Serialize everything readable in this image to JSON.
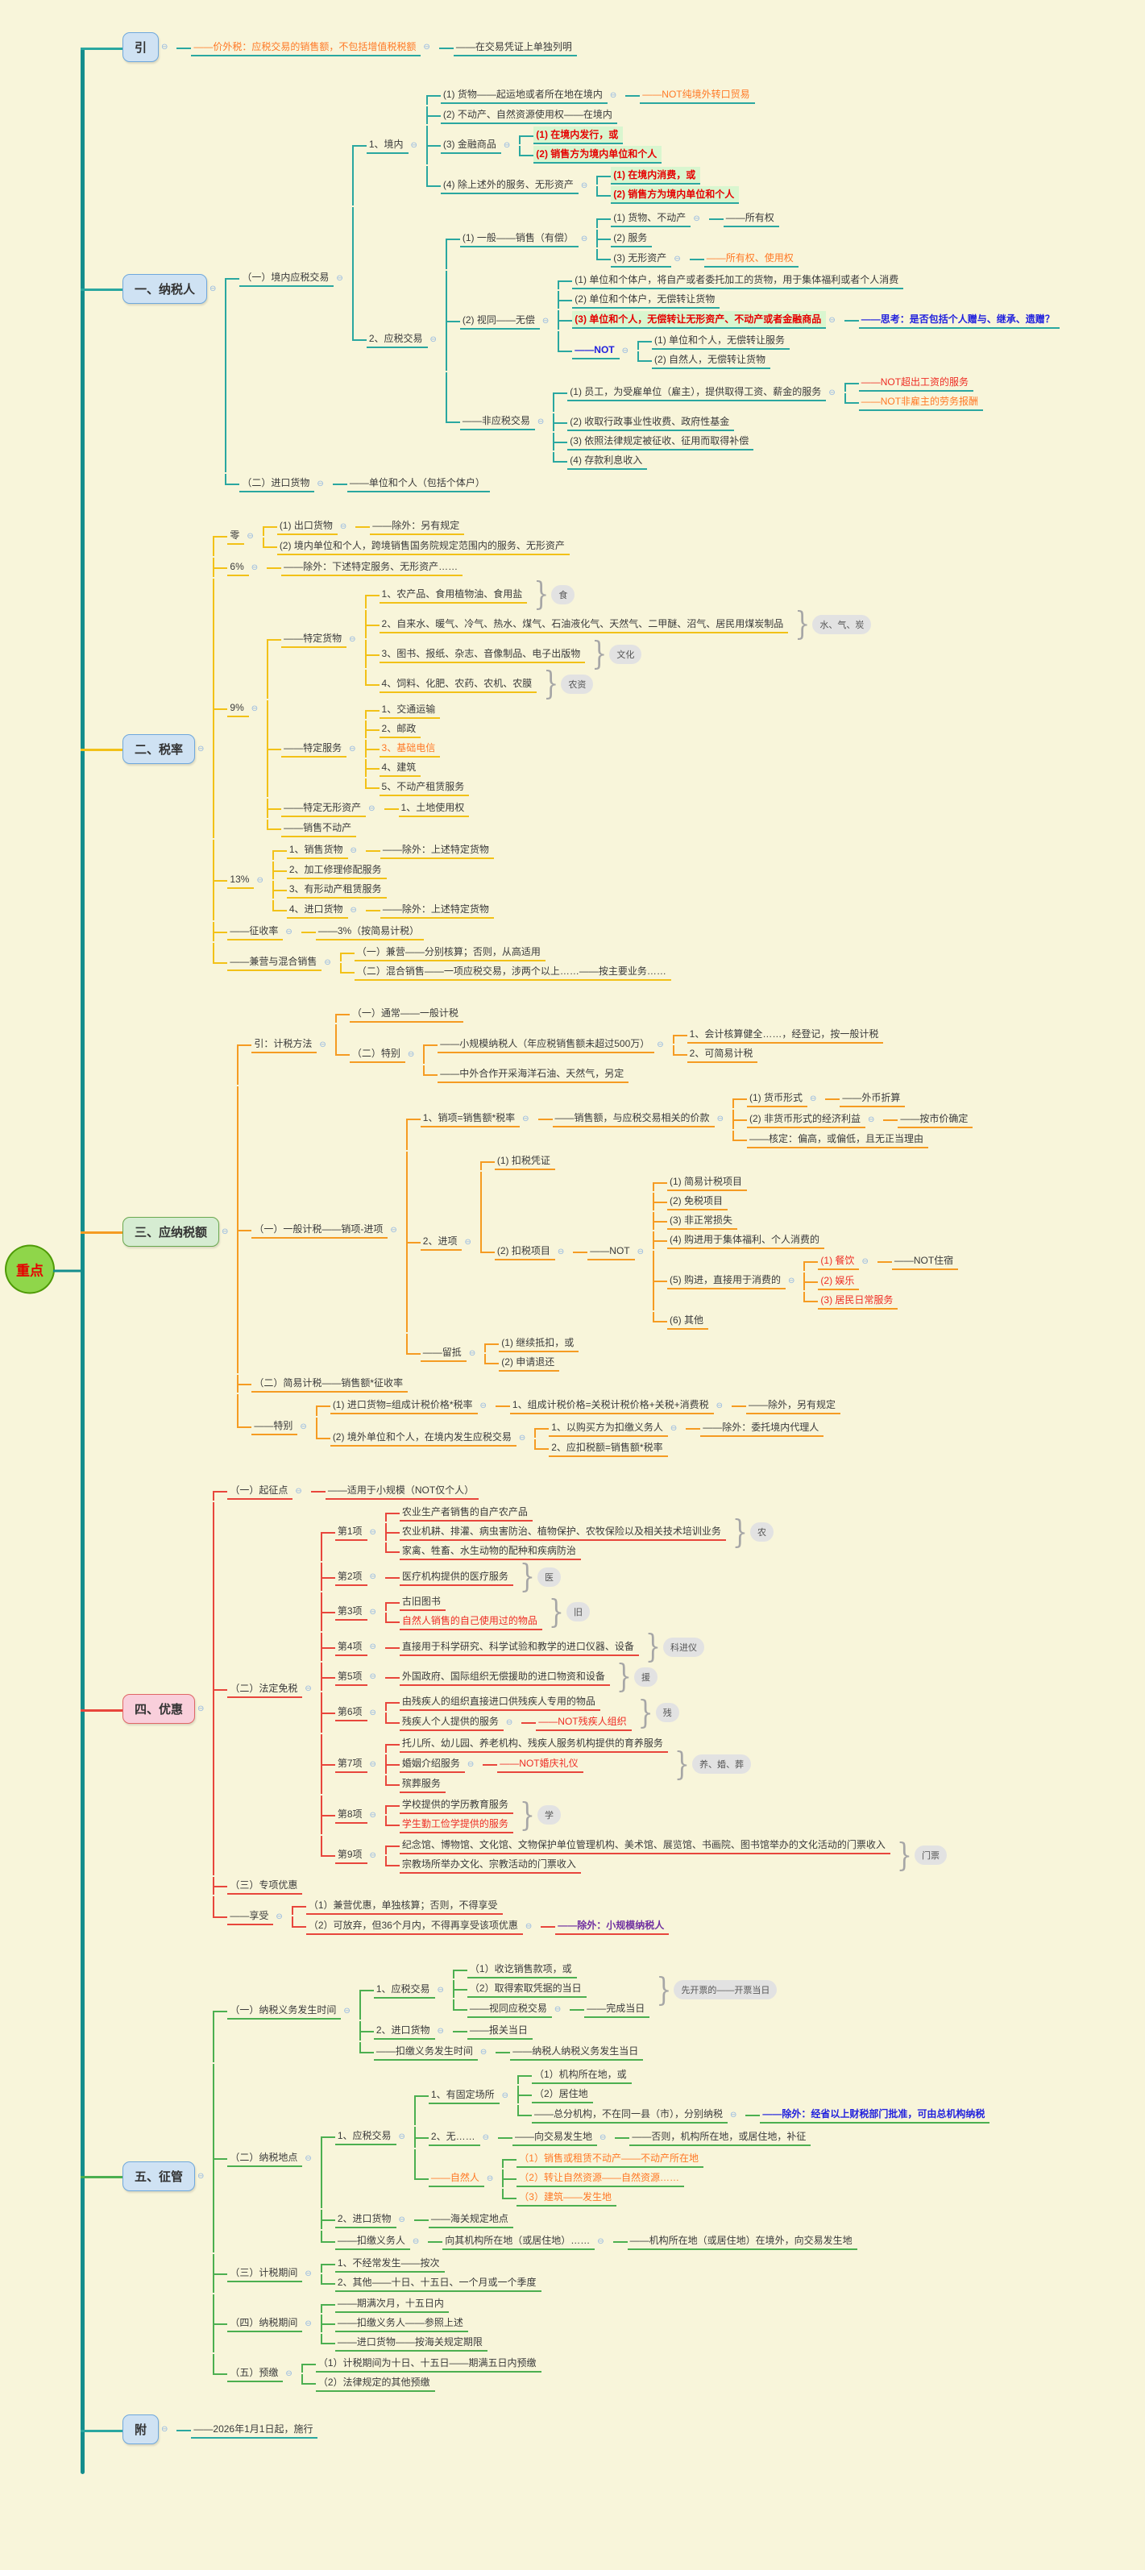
{
  "root": {
    "label": "重点"
  },
  "colors": {
    "trunk": "#148d8d",
    "teal": "#2aa7a0",
    "gold": "#f2c117",
    "orange": "#f59b22",
    "red": "#e8463c",
    "green": "#4caf50"
  },
  "sections": [
    {
      "id": "intro",
      "label": "引",
      "color": "#2aa7a0",
      "box": "blue",
      "nodes": [
        {
          "t": "——价外税：应税交易的销售额，不包括增值税税额",
          "s": "o",
          "c": [
            {
              "t": "——在交易凭证上单独列明"
            }
          ]
        }
      ]
    },
    {
      "id": "taxpayer",
      "label": "一、纳税人",
      "color": "#2aa7a0",
      "box": "blue",
      "nodes": [
        {
          "t": "（一）境内应税交易",
          "c": [
            {
              "t": "1、境内",
              "c": [
                {
                  "t": "(1) 货物——起运地或者所在地在境内",
                  "c": [
                    {
                      "t": "——NOT纯境外转口贸易",
                      "s": "o"
                    }
                  ]
                },
                {
                  "t": "(2) 不动产、自然资源使用权——在境内"
                },
                {
                  "t": "(3) 金融商品",
                  "c": [
                    {
                      "t": "(1) 在境内发行，或",
                      "s": "hl"
                    },
                    {
                      "t": "(2) 销售方为境内单位和个人",
                      "s": "hl"
                    }
                  ]
                },
                {
                  "t": "(4) 除上述外的服务、无形资产",
                  "c": [
                    {
                      "t": "(1) 在境内消费，或",
                      "s": "hl"
                    },
                    {
                      "t": "(2) 销售方为境内单位和个人",
                      "s": "hl"
                    }
                  ]
                }
              ]
            },
            {
              "t": "2、应税交易",
              "c": [
                {
                  "t": "(1) 一般——销售（有偿）",
                  "c": [
                    {
                      "t": "(1) 货物、不动产",
                      "c": [
                        {
                          "t": "——所有权"
                        }
                      ]
                    },
                    {
                      "t": "(2) 服务"
                    },
                    {
                      "t": "(3) 无形资产",
                      "c": [
                        {
                          "t": "——所有权、使用权",
                          "s": "o"
                        }
                      ]
                    }
                  ]
                },
                {
                  "t": "(2) 视同——无偿",
                  "c": [
                    {
                      "t": "(1) 单位和个体户，将自产或者委托加工的货物，用于集体福利或者个人消费"
                    },
                    {
                      "t": "(2) 单位和个体户，无偿转让货物"
                    },
                    {
                      "t": "(3) 单位和个人，无偿转让无形资产、不动产或者金融商品",
                      "s": "hl",
                      "c": [
                        {
                          "t": "——思考：是否包括个人赠与、继承、遗赠？",
                          "s": "b"
                        }
                      ]
                    },
                    {
                      "t": "——NOT",
                      "s": "b",
                      "c": [
                        {
                          "t": "(1) 单位和个人，无偿转让服务"
                        },
                        {
                          "t": "(2) 自然人，无偿转让货物"
                        }
                      ]
                    }
                  ]
                },
                {
                  "t": "——非应税交易",
                  "c": [
                    {
                      "t": "(1) 员工，为受雇单位（雇主），提供取得工资、薪金的服务",
                      "c": [
                        {
                          "t": "——NOT超出工资的服务",
                          "s": "r"
                        },
                        {
                          "t": "——NOT非雇主的劳务报酬",
                          "s": "o"
                        }
                      ]
                    },
                    {
                      "t": "(2) 收取行政事业性收费、政府性基金"
                    },
                    {
                      "t": "(3) 依照法律规定被征收、征用而取得补偿"
                    },
                    {
                      "t": "(4) 存款利息收入"
                    }
                  ]
                }
              ]
            }
          ]
        },
        {
          "t": "（二）进口货物",
          "c": [
            {
              "t": "——单位和个人（包括个体户）"
            }
          ]
        }
      ]
    },
    {
      "id": "rates",
      "label": "二、税率",
      "color": "#f2c117",
      "box": "blue",
      "nodes": [
        {
          "t": "零",
          "c": [
            {
              "t": "(1) 出口货物",
              "c": [
                {
                  "t": "——除外：另有规定"
                }
              ]
            },
            {
              "t": "(2) 境内单位和个人，跨境销售国务院规定范围内的服务、无形资产"
            }
          ]
        },
        {
          "t": "6%",
          "c": [
            {
              "t": "——除外：下述特定服务、无形资产……"
            }
          ]
        },
        {
          "t": "9%",
          "c": [
            {
              "t": "——特定货物",
              "c": [
                {
                  "t": "1、农产品、食用植物油、食用盐",
                  "bubble": "食"
                },
                {
                  "t": "2、自来水、暖气、冷气、热水、煤气、石油液化气、天然气、二甲醚、沼气、居民用煤炭制品",
                  "bubble": "水、气、炭"
                },
                {
                  "t": "3、图书、报纸、杂志、音像制品、电子出版物",
                  "bubble": "文化"
                },
                {
                  "t": "4、饲料、化肥、农药、农机、农膜",
                  "bubble": "农资"
                }
              ]
            },
            {
              "t": "——特定服务",
              "c": [
                {
                  "t": "1、交通运输"
                },
                {
                  "t": "2、邮政"
                },
                {
                  "t": "3、基础电信",
                  "s": "o"
                },
                {
                  "t": "4、建筑"
                },
                {
                  "t": "5、不动产租赁服务"
                }
              ]
            },
            {
              "t": "——特定无形资产",
              "c": [
                {
                  "t": "1、土地使用权"
                }
              ]
            },
            {
              "t": "——销售不动产"
            }
          ]
        },
        {
          "t": "13%",
          "c": [
            {
              "t": "1、销售货物",
              "c": [
                {
                  "t": "——除外：上述特定货物"
                }
              ]
            },
            {
              "t": "2、加工修理修配服务"
            },
            {
              "t": "3、有形动产租赁服务"
            },
            {
              "t": "4、进口货物",
              "c": [
                {
                  "t": "——除外：上述特定货物"
                }
              ]
            }
          ]
        },
        {
          "t": "——征收率",
          "c": [
            {
              "t": "——3%（按简易计税）"
            }
          ]
        },
        {
          "t": "——兼营与混合销售",
          "c": [
            {
              "t": "（一）兼营——分别核算；否则，从高适用"
            },
            {
              "t": "（二）混合销售——一项应税交易，涉两个以上……——按主要业务……"
            }
          ]
        }
      ]
    },
    {
      "id": "tax-amount",
      "label": "三、应纳税额",
      "color": "#f59b22",
      "box": "green",
      "nodes": [
        {
          "t": "引：计税方法",
          "c": [
            {
              "t": "（一）通常——一般计税"
            },
            {
              "t": "（二）特别",
              "c": [
                {
                  "t": "——小规模纳税人（年应税销售额未超过500万）",
                  "c": [
                    {
                      "t": "1、会计核算健全……，经登记，按一般计税"
                    },
                    {
                      "t": "2、可简易计税"
                    }
                  ]
                },
                {
                  "t": "——中外合作开采海洋石油、天然气，另定"
                }
              ]
            }
          ]
        },
        {
          "t": "（一）一般计税——销项-进项",
          "c": [
            {
              "t": "1、销项=销售额*税率",
              "c": [
                {
                  "t": "——销售额，与应税交易相关的价款",
                  "c": [
                    {
                      "t": "(1) 货币形式",
                      "c": [
                        {
                          "t": "——外币折算"
                        }
                      ]
                    },
                    {
                      "t": "(2) 非货币形式的经济利益",
                      "c": [
                        {
                          "t": "——按市价确定"
                        }
                      ]
                    },
                    {
                      "t": "——核定：偏高，或偏低，且无正当理由"
                    }
                  ]
                }
              ]
            },
            {
              "t": "2、进项",
              "c": [
                {
                  "t": "(1) 扣税凭证"
                },
                {
                  "t": "(2) 扣税项目",
                  "c": [
                    {
                      "t": "——NOT",
                      "c": [
                        {
                          "t": "(1) 简易计税项目"
                        },
                        {
                          "t": "(2) 免税项目"
                        },
                        {
                          "t": "(3) 非正常损失"
                        },
                        {
                          "t": "(4) 购进用于集体福利、个人消费的"
                        },
                        {
                          "t": "(5) 购进，直接用于消费的",
                          "c": [
                            {
                              "t": "(1) 餐饮",
                              "s": "r",
                              "c": [
                                {
                                  "t": "——NOT住宿"
                                }
                              ]
                            },
                            {
                              "t": "(2) 娱乐",
                              "s": "r"
                            },
                            {
                              "t": "(3) 居民日常服务",
                              "s": "r"
                            }
                          ]
                        },
                        {
                          "t": "(6) 其他"
                        }
                      ]
                    }
                  ]
                }
              ]
            },
            {
              "t": "——留抵",
              "c": [
                {
                  "t": "(1) 继续抵扣，或"
                },
                {
                  "t": "(2) 申请退还"
                }
              ]
            }
          ]
        },
        {
          "t": "（二）简易计税——销售额*征收率"
        },
        {
          "t": "——特别",
          "c": [
            {
              "t": "(1) 进口货物=组成计税价格*税率",
              "c": [
                {
                  "t": "1、组成计税价格=关税计税价格+关税+消费税",
                  "c": [
                    {
                      "t": "——除外，另有规定"
                    }
                  ]
                }
              ]
            },
            {
              "t": "(2) 境外单位和个人，在境内发生应税交易",
              "c": [
                {
                  "t": "1、以购买方为扣缴义务人",
                  "c": [
                    {
                      "t": "——除外：委托境内代理人"
                    }
                  ]
                },
                {
                  "t": "2、应扣税额=销售额*税率"
                }
              ]
            }
          ]
        }
      ]
    },
    {
      "id": "preference",
      "label": "四、优惠",
      "color": "#e8463c",
      "box": "pink",
      "nodes": [
        {
          "t": "（一）起征点",
          "c": [
            {
              "t": "——适用于小规模（NOT仅个人）"
            }
          ]
        },
        {
          "t": "（二）法定免税",
          "c": [
            {
              "t": "第1项",
              "bubble": "农",
              "c": [
                {
                  "t": "农业生产者销售的自产农产品"
                },
                {
                  "t": "农业机耕、排灌、病虫害防治、植物保护、农牧保险以及相关技术培训业务"
                },
                {
                  "t": "家禽、牲畜、水生动物的配种和疾病防治"
                }
              ]
            },
            {
              "t": "第2项",
              "bubble": "医",
              "c": [
                {
                  "t": "医疗机构提供的医疗服务"
                }
              ]
            },
            {
              "t": "第3项",
              "bubble": "旧",
              "c": [
                {
                  "t": "古旧图书"
                },
                {
                  "t": "自然人销售的自己使用过的物品",
                  "s": "r"
                }
              ]
            },
            {
              "t": "第4项",
              "bubble": "科进仪",
              "c": [
                {
                  "t": "直接用于科学研究、科学试验和教学的进口仪器、设备"
                }
              ]
            },
            {
              "t": "第5项",
              "bubble": "援",
              "c": [
                {
                  "t": "外国政府、国际组织无偿援助的进口物资和设备"
                }
              ]
            },
            {
              "t": "第6项",
              "bubble": "残",
              "c": [
                {
                  "t": "由残疾人的组织直接进口供残疾人专用的物品"
                },
                {
                  "t": "残疾人个人提供的服务",
                  "c": [
                    {
                      "t": "——NOT残疾人组织",
                      "s": "r"
                    }
                  ]
                }
              ]
            },
            {
              "t": "第7项",
              "bubble": "养、婚、葬",
              "c": [
                {
                  "t": "托儿所、幼儿园、养老机构、残疾人服务机构提供的育养服务"
                },
                {
                  "t": "婚姻介绍服务",
                  "c": [
                    {
                      "t": "——NOT婚庆礼仪",
                      "s": "r"
                    }
                  ]
                },
                {
                  "t": "殡葬服务"
                }
              ]
            },
            {
              "t": "第8项",
              "bubble": "学",
              "c": [
                {
                  "t": "学校提供的学历教育服务"
                },
                {
                  "t": "学生勤工俭学提供的服务",
                  "s": "r"
                }
              ]
            },
            {
              "t": "第9项",
              "bubble": "门票",
              "c": [
                {
                  "t": "纪念馆、博物馆、文化馆、文物保护单位管理机构、美术馆、展览馆、书画院、图书馆举办的文化活动的门票收入"
                },
                {
                  "t": "宗教场所举办文化、宗教活动的门票收入"
                }
              ]
            }
          ]
        },
        {
          "t": "（三）专项优惠"
        },
        {
          "t": "——享受",
          "c": [
            {
              "t": "（1）兼营优惠，单独核算；否则，不得享受"
            },
            {
              "t": "（2）可放弃，但36个月内，不得再享受该项优惠",
              "c": [
                {
                  "t": "——除外：小规模纳税人",
                  "s": "v"
                }
              ]
            }
          ]
        }
      ]
    },
    {
      "id": "administration",
      "label": "五、征管",
      "color": "#4caf50",
      "box": "blue",
      "nodes": [
        {
          "t": "（一）纳税义务发生时间",
          "c": [
            {
              "t": "1、应税交易",
              "bubble": "先开票的——开票当日",
              "bubbleStyle": "g",
              "c": [
                {
                  "t": "（1）收讫销售款项，或"
                },
                {
                  "t": "（2）取得索取凭据的当日"
                },
                {
                  "t": "——视同应税交易",
                  "c": [
                    {
                      "t": "——完成当日"
                    }
                  ]
                }
              ]
            },
            {
              "t": "2、进口货物",
              "c": [
                {
                  "t": "——报关当日"
                }
              ]
            },
            {
              "t": "——扣缴义务发生时间",
              "c": [
                {
                  "t": "——纳税人纳税义务发生当日"
                }
              ]
            }
          ]
        },
        {
          "t": "（二）纳税地点",
          "c": [
            {
              "t": "1、应税交易",
              "c": [
                {
                  "t": "1、有固定场所",
                  "c": [
                    {
                      "t": "（1）机构所在地，或"
                    },
                    {
                      "t": "（2）居住地"
                    },
                    {
                      "t": "——总分机构，不在同一县（市），分别纳税",
                      "c": [
                        {
                          "t": "——除外：经省以上财税部门批准，可由总机构纳税",
                          "s": "b"
                        }
                      ]
                    }
                  ]
                },
                {
                  "t": "2、无……",
                  "c": [
                    {
                      "t": "——向交易发生地",
                      "c": [
                        {
                          "t": "——否则，机构所在地，或居住地，补征"
                        }
                      ]
                    }
                  ]
                },
                {
                  "t": "——自然人",
                  "s": "o",
                  "c": [
                    {
                      "t": "（1）销售或租赁不动产——不动产所在地",
                      "s": "o"
                    },
                    {
                      "t": "（2）转让自然资源——自然资源……",
                      "s": "o"
                    },
                    {
                      "t": "（3）建筑——发生地",
                      "s": "o"
                    }
                  ]
                }
              ]
            },
            {
              "t": "2、进口货物",
              "c": [
                {
                  "t": "——海关规定地点"
                }
              ]
            },
            {
              "t": "——扣缴义务人",
              "c": [
                {
                  "t": "向其机构所在地（或居住地）……",
                  "c": [
                    {
                      "t": "——机构所在地（或居住地）在境外，向交易发生地"
                    }
                  ]
                }
              ]
            }
          ]
        },
        {
          "t": "（三）计税期间",
          "c": [
            {
              "t": "1、不经常发生——按次"
            },
            {
              "t": "2、其他——十日、十五日、一个月或一个季度"
            }
          ]
        },
        {
          "t": "（四）纳税期间",
          "c": [
            {
              "t": "——期满次月，十五日内"
            },
            {
              "t": "——扣缴义务人——参照上述"
            },
            {
              "t": "——进口货物——按海关规定期限"
            }
          ]
        },
        {
          "t": "（五）预缴",
          "c": [
            {
              "t": "（1）计税期间为十日、十五日——期满五日内预缴"
            },
            {
              "t": "（2）法律规定的其他预缴"
            }
          ]
        }
      ]
    },
    {
      "id": "appendix",
      "label": "附",
      "color": "#2aa7a0",
      "box": "blue",
      "nodes": [
        {
          "t": "——2026年1月1日起，施行"
        }
      ]
    }
  ]
}
